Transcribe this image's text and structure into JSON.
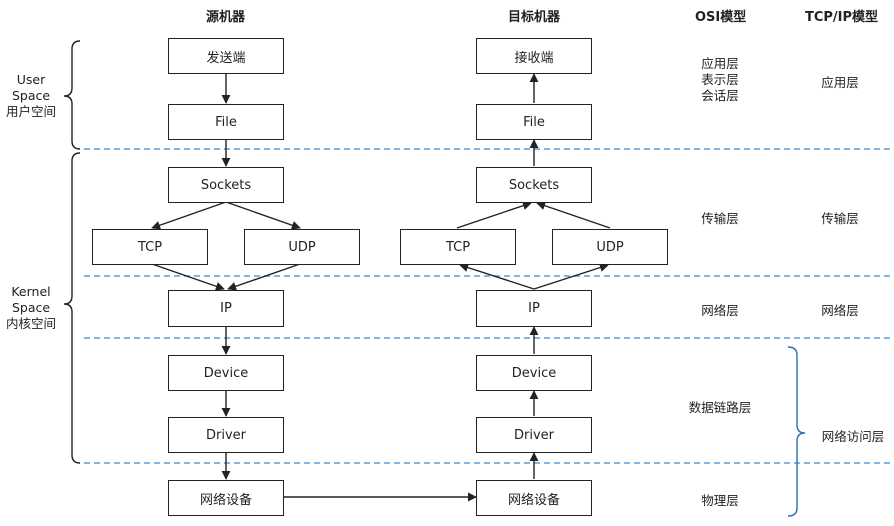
{
  "headers": {
    "source": "源机器",
    "target": "目标机器",
    "osi": "OSI模型",
    "tcpip": "TCP/IP模型"
  },
  "source": {
    "sender": "发送端",
    "file": "File",
    "sockets": "Sockets",
    "tcp": "TCP",
    "udp": "UDP",
    "ip": "IP",
    "device": "Device",
    "driver": "Driver",
    "nic": "网络设备"
  },
  "target": {
    "receiver": "接收端",
    "file": "File",
    "sockets": "Sockets",
    "tcp": "TCP",
    "udp": "UDP",
    "ip": "IP",
    "device": "Device",
    "driver": "Driver",
    "nic": "网络设备"
  },
  "space": {
    "user": [
      "User",
      "Space",
      "用户空间"
    ],
    "kernel": [
      "Kernel",
      "Space",
      "内核空间"
    ]
  },
  "osi": {
    "upper": [
      "应用层",
      "表示层",
      "会话层"
    ],
    "transport": "传输层",
    "network": "网络层",
    "datalink": "数据链路层",
    "physical": "物理层"
  },
  "tcpip": {
    "application": "应用层",
    "transport": "传输层",
    "network": "网络层",
    "access": "网络访问层"
  },
  "colors": {
    "divider": "#5b9bd5",
    "brace_left": "#222222",
    "brace_right": "#2e6db4"
  }
}
